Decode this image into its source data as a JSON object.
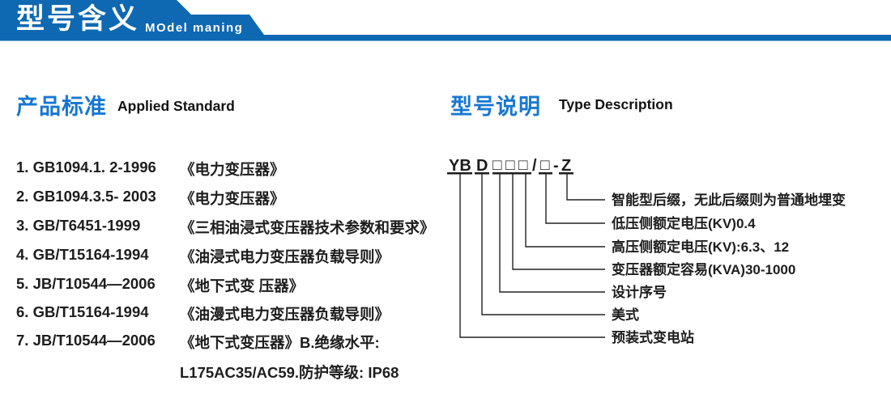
{
  "header": {
    "title_zh": "型号含义",
    "title_en": "MOdel maning"
  },
  "colors": {
    "banner_blue": "#0e68b2",
    "heading_blue": "#1777d3",
    "text_dark": "#1d1d1d"
  },
  "applied_standard": {
    "heading_zh": "产品标准",
    "heading_en": "Applied Standard",
    "items": [
      {
        "code": "1. GB1094.1. 2-1996",
        "title": "《电力变压器》"
      },
      {
        "code": "2. GB1094.3.5- 2003",
        "title": "《电力变压器》"
      },
      {
        "code": "3. GB/T6451-1999",
        "title": "《三相油浸式变压器技术参数和要求》"
      },
      {
        "code": "4. GB/T15164-1994",
        "title": "《油浸式电力变压器负载导则》"
      },
      {
        "code": "5. JB/T10544—2006",
        "title": "《地下式变 压器》"
      },
      {
        "code": "6. GB/T15164-1994",
        "title": "《油漫式电力变压器负载导则》"
      },
      {
        "code": "7. JB/T10544—2006",
        "title": "《地下式变压器》B.绝缘水平:"
      }
    ],
    "item7_continuation": "L175AC35/AC59.防护等级: IP68"
  },
  "type_description": {
    "heading_zh": "型号说明",
    "heading_en": "Type Description",
    "model_code": {
      "full": "YBD□□□/□-Z",
      "token_yb": "YB",
      "token_d": "D",
      "token_box": "□",
      "token_slash": "/",
      "token_dash": "-",
      "token_z": "Z"
    },
    "labels": [
      "智能型后缀，无此后缀则为普通地埋变",
      "低压侧额定电压(KV)0.4",
      "高压侧额定电压(KV):6.3、12",
      "变压器额定容易(KVA)30-1000",
      "设计序号",
      "美式",
      "预装式变电站"
    ]
  }
}
